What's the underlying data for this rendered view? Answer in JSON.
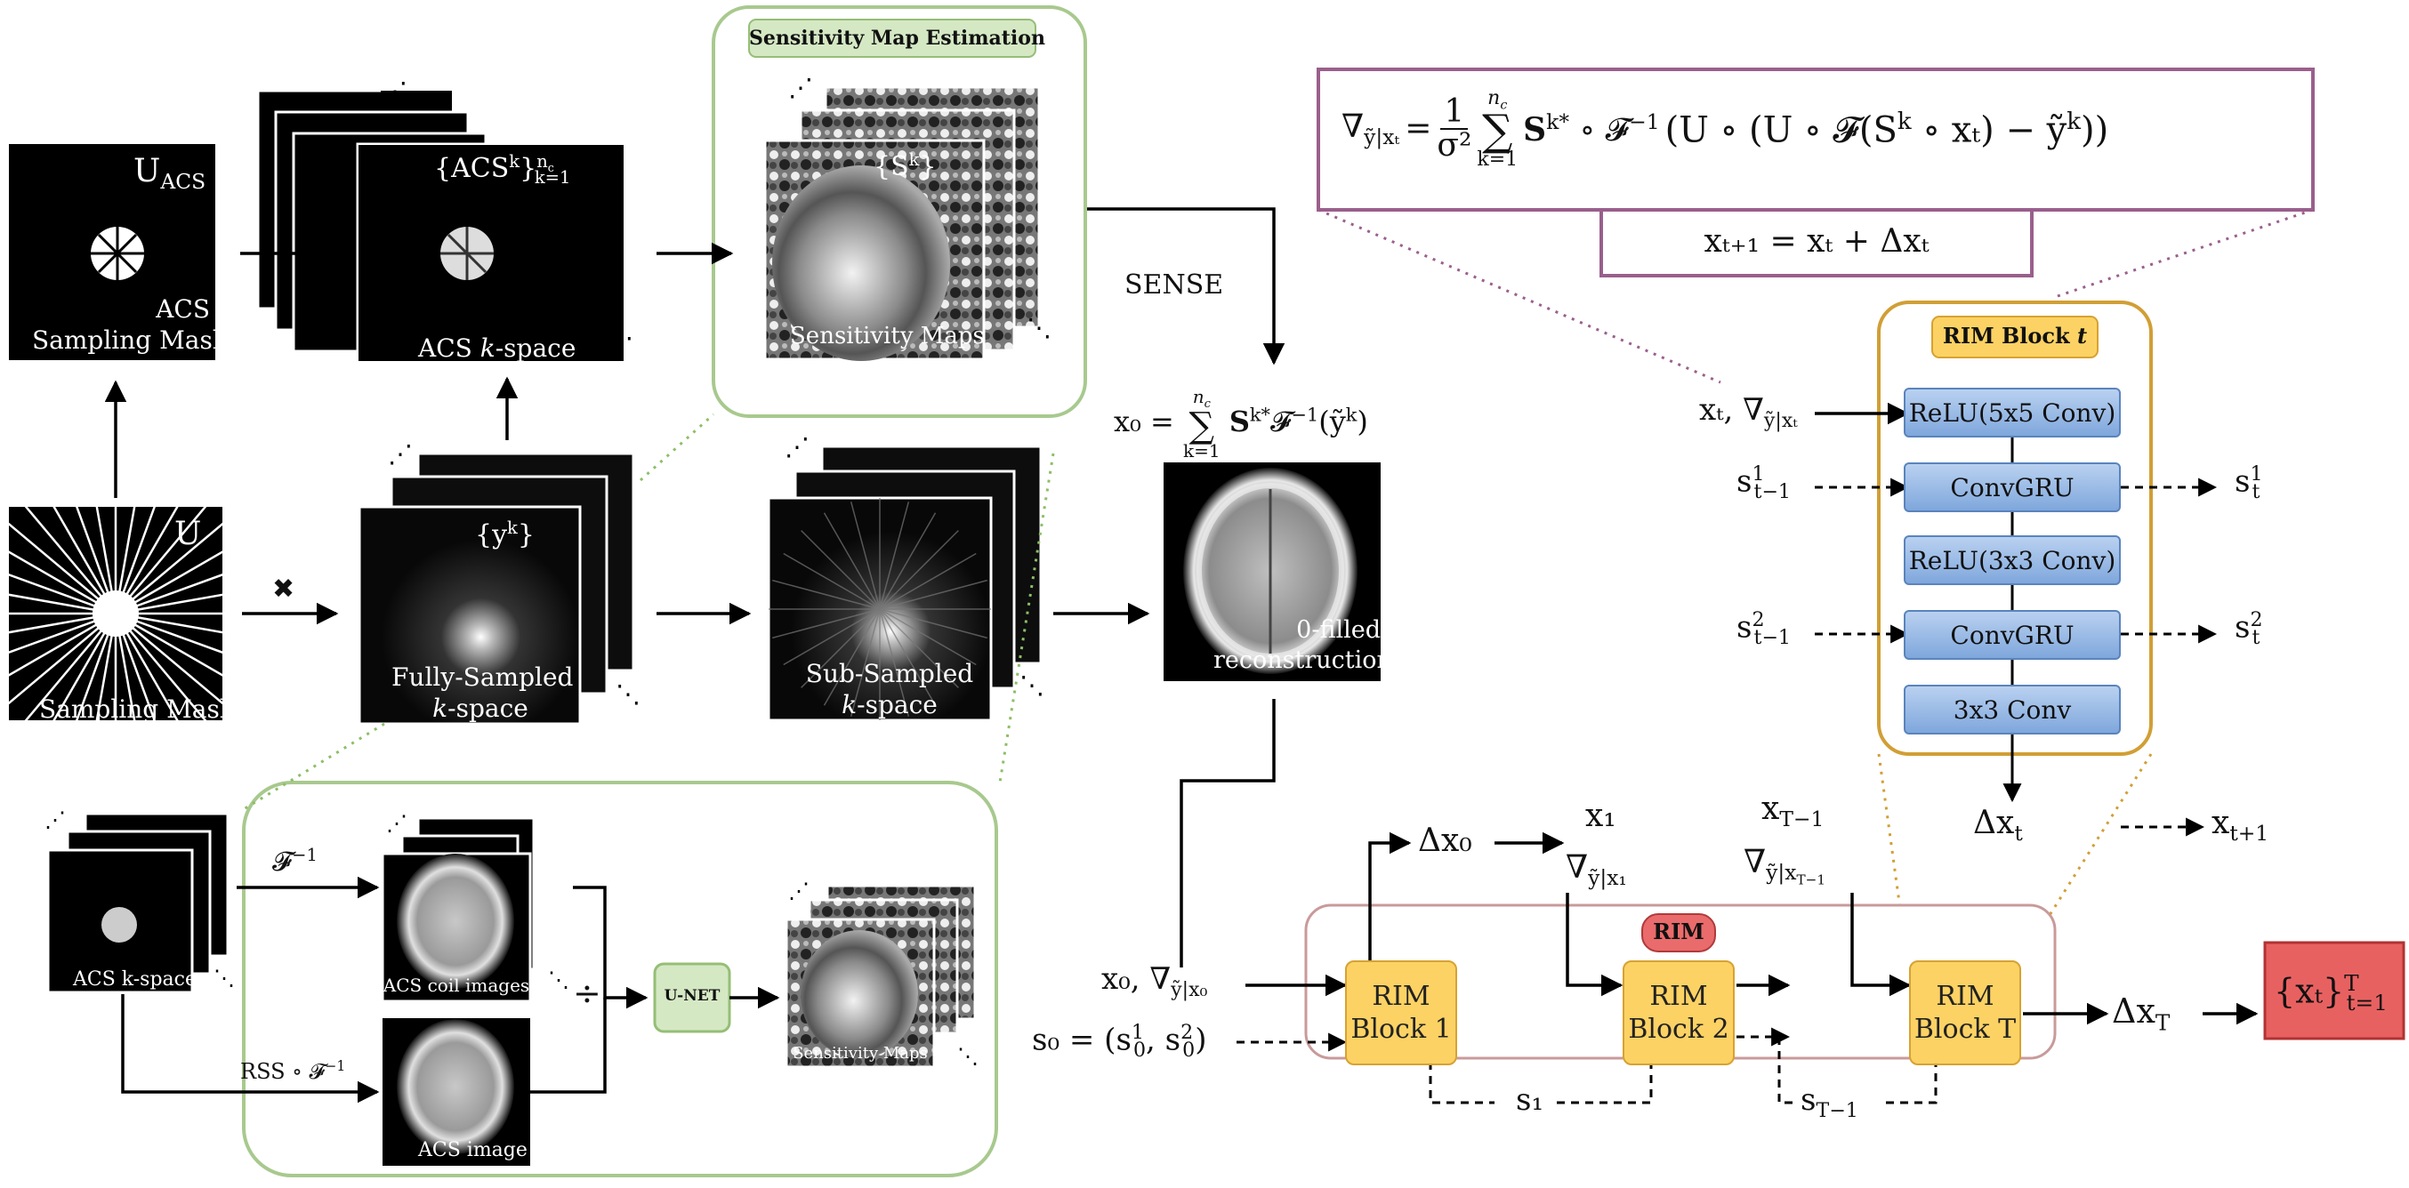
{
  "labels": {
    "u_acs": "U",
    "u_acs_sub": "ACS",
    "acs_sampling_mask": [
      "ACS",
      "Sampling Mask"
    ],
    "acs_kspace_set": "{ACS",
    "acs_kspace_set_sup": "k",
    "acs_kspace_set_tail": "}",
    "acs_kspace_nc": "n",
    "acs_kspace_nc_sub": "c",
    "acs_kspace_k1": "k=1",
    "acs_kspace": "ACS ",
    "kspace_italic": "k",
    "kspace_suffix": "-space",
    "sens_map_estimation": "Sensitivity Map Estimation",
    "sk_set": "{S",
    "sk_sup": "k",
    "sk_tail": "}",
    "sensitivity_maps": "Sensitivity Maps",
    "sense": "SENSE",
    "u_mask": "U",
    "sampling_mask": "Sampling Mask",
    "yk_set": "{y",
    "yk_sup": "k",
    "yk_tail": "}",
    "fully_sampled": "Fully-Sampled",
    "sub_sampled": "Sub-Sampled",
    "zero_filled": [
      "0-filled",
      "reconstruction"
    ],
    "multiply_symbol": "✖",
    "acs_kspace_small": "ACS k-space",
    "f_inverse": "𝓕",
    "f_inverse_sup": "−1",
    "rss_f_inverse": "RSS ∘ 𝓕",
    "rss_f_inverse_sup": "−1",
    "acs_coil_images": "ACS coil images",
    "acs_image": "ACS image",
    "divide_symbol": "÷",
    "unet": "U-NET",
    "sensitivity_maps_small": "Sensitivity Maps"
  },
  "equations": {
    "gradient": "∇",
    "gradient_sub": "ỹ|xₜ",
    "gradient_eq": "= ",
    "gradient_frac_num": "1",
    "gradient_frac_den": "σ²",
    "gradient_sum_top": "n",
    "gradient_sum_top_sub": "c",
    "gradient_sum_bottom": "k=1",
    "gradient_body": "S",
    "gradient_body_sup": "k*",
    "gradient_rest": "∘ 𝓕",
    "gradient_rest_sup": "−1",
    "gradient_paren": "(U ∘ (U ∘ 𝓕(S",
    "gradient_paren_sup": "k",
    "gradient_paren_tail": " ∘ xₜ) − ỹ",
    "gradient_tail_sup": "k",
    "gradient_close": "))",
    "update": "xₜ₊₁ = xₜ + Δxₜ",
    "x0_lhs": "x₀ = ",
    "x0_sum_top": "n",
    "x0_sum_top_sub": "c",
    "x0_sum_bottom": "k=1",
    "x0_body": "S",
    "x0_body_sup": "k*",
    "x0_rest": "𝓕",
    "x0_rest_sup": "−1",
    "x0_tail": "(ỹ",
    "x0_tail_sup": "k",
    "x0_close": ")"
  },
  "rim_block_t": {
    "title": "RIM Block ",
    "title_italic": "t",
    "layers": [
      "ReLU(5x5 Conv)",
      "ConvGRU",
      "ReLU(3x3 Conv)",
      "ConvGRU",
      "3x3 Conv"
    ],
    "input": "xₜ, ∇",
    "input_sub": "ỹ|xₜ",
    "s1_in": "s",
    "s1_in_sup": "1",
    "s1_in_sub": "t−1",
    "s1_out": "s",
    "s1_out_sup": "1",
    "s1_out_sub": "t",
    "s2_in": "s",
    "s2_in_sup": "2",
    "s2_in_sub": "t−1",
    "s2_out": "s",
    "s2_out_sup": "2",
    "s2_out_sub": "t",
    "dxt": "Δx",
    "dxt_sub": "t",
    "xt1": "x",
    "xt1_sub": "t+1"
  },
  "rim": {
    "title": "RIM",
    "blocks": [
      [
        "RIM",
        "Block 1"
      ],
      [
        "RIM",
        "Block 2"
      ],
      [
        "RIM",
        "Block T"
      ]
    ],
    "x0_input": "x₀, ∇",
    "x0_input_sub": "ỹ|x₀",
    "s0": "s₀ = (s",
    "s0_a_sup": "1",
    "s0_a_sub": "0",
    "s0_mid": ", s",
    "s0_b_sup": "2",
    "s0_b_sub": "0",
    "s0_close": ")",
    "dx0": "Δx₀",
    "x1": "x₁",
    "grad1": "∇",
    "grad1_sub": "ỹ|x₁",
    "xT1": "x",
    "xT1_sub": "T−1",
    "gradT1": "∇",
    "gradT1_sub": "ỹ|x",
    "gradT1_subsub": "T−1",
    "s1": "s₁",
    "sT1": "s",
    "sT1_sub": "T−1",
    "dxT": "Δx",
    "dxT_sub": "T",
    "output": "{xₜ}",
    "output_sup": "T",
    "output_sub": "t=1"
  },
  "colors": {
    "green_border": "#a8c98e",
    "green_fill": "#d5e8c4",
    "purple": "#9a5f8c",
    "gold": "#d19f35",
    "rim_border": "#c99a9a",
    "rim_badge": "#ea6b6b",
    "output_fill": "#e86161"
  }
}
